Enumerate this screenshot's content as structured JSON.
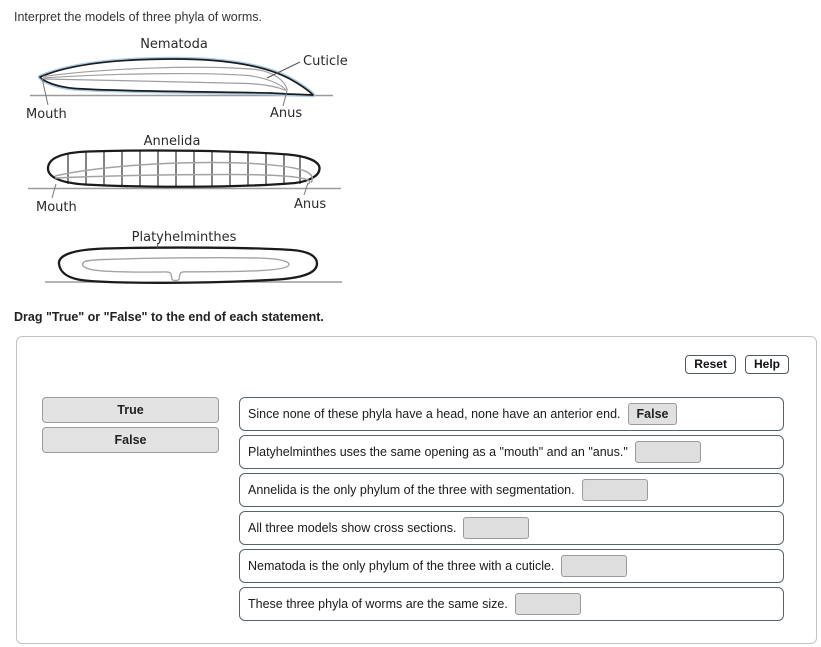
{
  "prompt": "Interpret the models of three phyla of worms.",
  "instruction": "Drag \"True\" or \"False\" to the end of each statement.",
  "diagram": {
    "nematoda": {
      "label": "Nematoda",
      "cuticle_label": "Cuticle",
      "mouth_label": "Mouth",
      "anus_label": "Anus"
    },
    "annelida": {
      "label": "Annelida",
      "mouth_label": "Mouth",
      "anus_label": "Anus"
    },
    "platyhelminthes": {
      "label": "Platyhelminthes"
    },
    "colors": {
      "cuticle_blue": "#aacbe7",
      "outline_black": "#1b1b1b",
      "inner_gray": "#a3a3a3",
      "baseline_gray": "#9b9b9b"
    }
  },
  "panel": {
    "reset_label": "Reset",
    "help_label": "Help",
    "drag_options": [
      "True",
      "False"
    ],
    "statements": [
      {
        "text": "Since none of these phyla have a head, none have an anterior end.",
        "answer": "False"
      },
      {
        "text": "Platyhelminthes uses the same opening as a \"mouth\" and an \"anus.\"",
        "answer": ""
      },
      {
        "text": "Annelida is the only phylum of the three with segmentation.",
        "answer": ""
      },
      {
        "text": "All three models show cross sections.",
        "answer": ""
      },
      {
        "text": "Nematoda is the only phylum of the three with a cuticle.",
        "answer": ""
      },
      {
        "text": "These three phyla of worms are the same size.",
        "answer": ""
      }
    ]
  }
}
